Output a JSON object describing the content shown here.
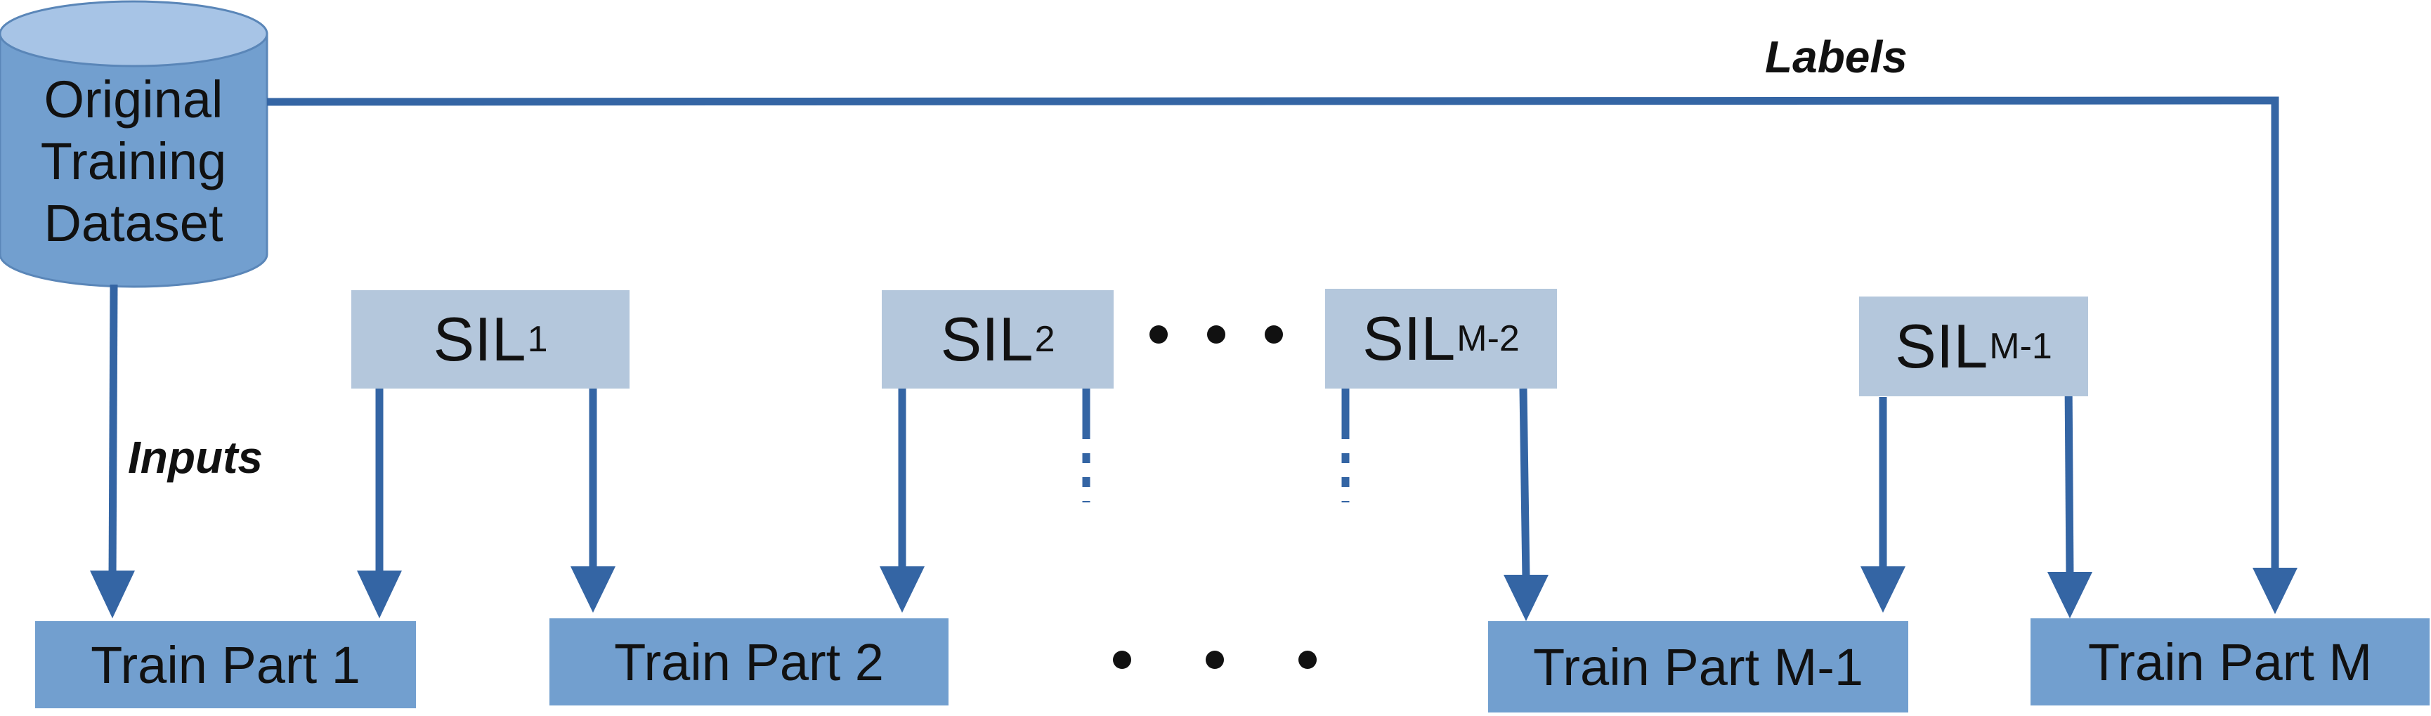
{
  "colors": {
    "arrow": "#3465a4",
    "train_box": "#729fcf",
    "sil_box": "#b4c7dc",
    "cylinder_body": "#729fcf",
    "cylinder_top": "#a7c4e6"
  },
  "dataset": {
    "line1": "Original",
    "line2": "Training",
    "line3": "Dataset"
  },
  "edge_labels": {
    "labels": "Labels",
    "inputs": "Inputs"
  },
  "sil_boxes": [
    {
      "base": "SIL",
      "sub": "1"
    },
    {
      "base": "SIL",
      "sub": "2"
    },
    {
      "base": "SIL",
      "sub": "M-2"
    },
    {
      "base": "SIL",
      "sub": "M-1"
    }
  ],
  "train_parts": [
    {
      "label": "Train Part 1"
    },
    {
      "label": "Train Part 2"
    },
    {
      "label": "Train Part M-1"
    },
    {
      "label": "Train Part M"
    }
  ]
}
